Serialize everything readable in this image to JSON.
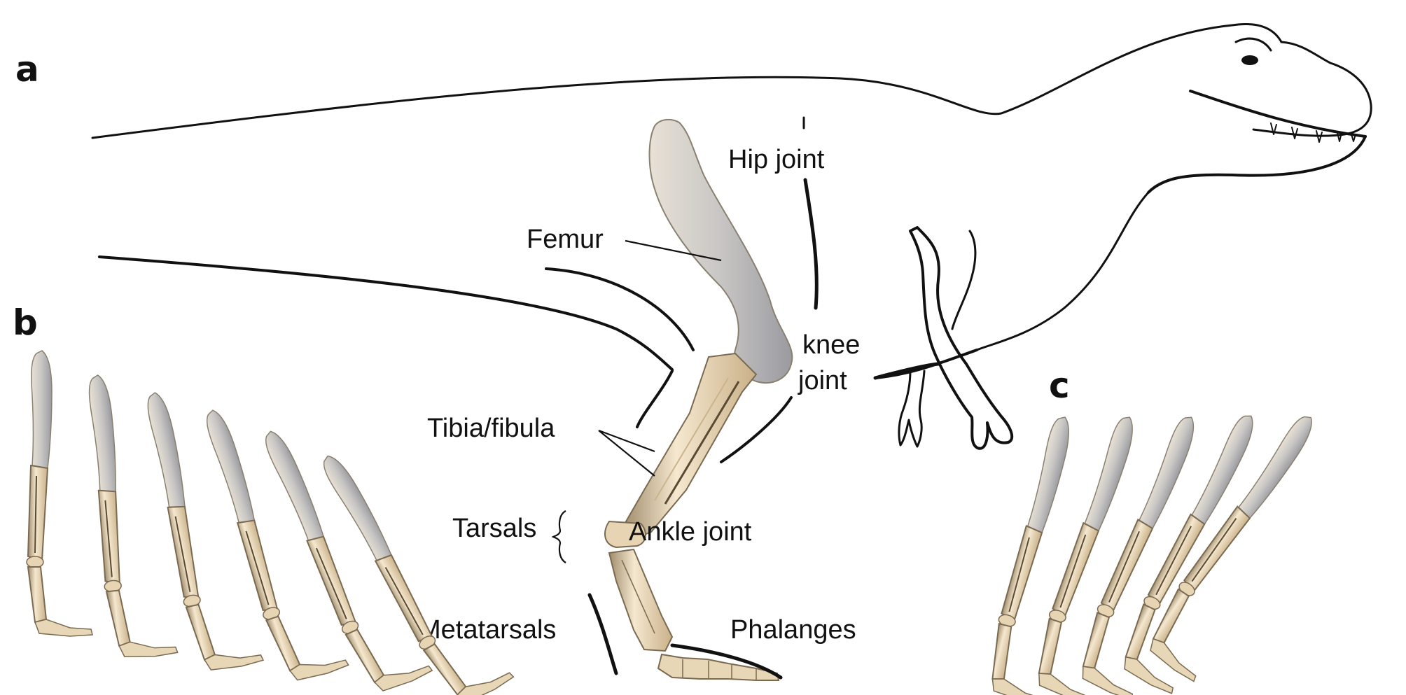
{
  "panels": {
    "a": "a",
    "b": "b",
    "c": "c"
  },
  "labels": {
    "hip_joint": "Hip joint",
    "femur": "Femur",
    "knee_joint_line1": "knee",
    "knee_joint_line2": "joint",
    "tibia_fibula": "Tibia/fibula",
    "tarsals": "Tarsals",
    "ankle_joint": "Ankle joint",
    "metatarsals": "Metatarsals",
    "phalanges": "Phalanges"
  },
  "colors": {
    "outline": "#111111",
    "bone_light": "#f3e6cf",
    "bone_mid": "#d9c39c",
    "bone_dark": "#a08c6c",
    "femur_gray": "#c9c9c9"
  },
  "leg_sequences": {
    "b": {
      "count": 6
    },
    "c": {
      "count": 5
    }
  }
}
